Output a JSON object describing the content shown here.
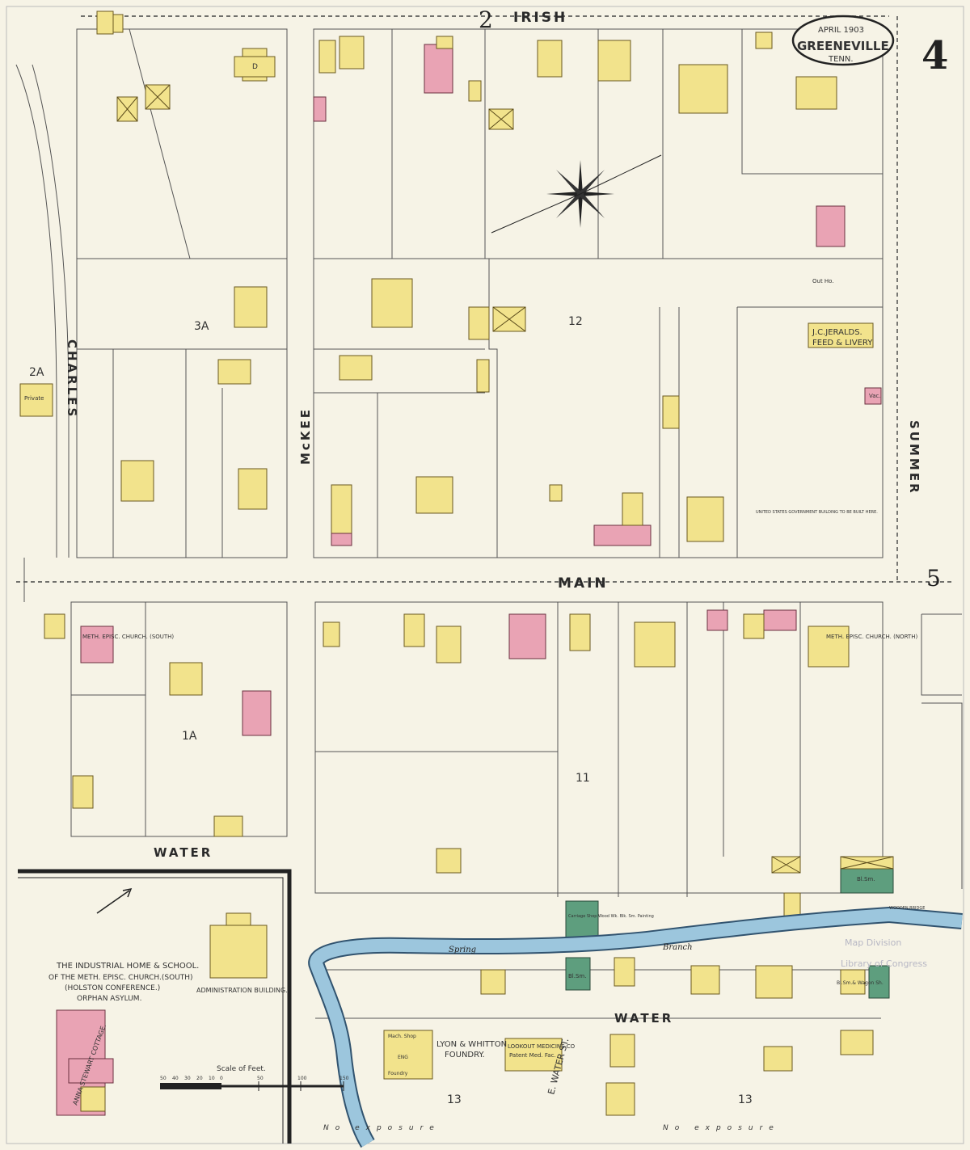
{
  "map": {
    "date": "APRIL 1903",
    "city": "GREENEVILLE",
    "state": "TENN.",
    "sheet_number": "4",
    "adjoining_sheets": {
      "top": "2",
      "right": "5"
    }
  },
  "streets": {
    "irish": "IRISH",
    "main": "MAIN",
    "water": "WATER",
    "charles": "CHARLES",
    "mckee": "McKEE",
    "summer": "SUMMER",
    "e_water": "E. WATER ST."
  },
  "blocks": {
    "b3a": "3A",
    "b2a": "2A",
    "b12": "12",
    "b1a": "1A",
    "b11": "11",
    "b13a": "13",
    "b13b": "13"
  },
  "labels": {
    "jerralds": "J.C.JERALDS.",
    "feed_livery": "FEED & LIVERY",
    "us_gov": "UNITED STATES GOVERNMENT BUILDING TO BE BUILT HERE.",
    "meth_south": "METH. EPISC. CHURCH. (SOUTH)",
    "meth_north": "METH. EPISC. CHURCH. (NORTH)",
    "industrial_home": "THE INDUSTRIAL HOME & SCHOOL.",
    "of_meth": "OF THE METH. EPISC. CHURCH.(SOUTH)",
    "holston": "(HOLSTON CONFERENCE.)",
    "orphan": "ORPHAN ASYLUM.",
    "admin": "ADMINISTRATION BUILDING.",
    "anna": "ANNA STEWART COTTAGE.",
    "lyon": "LYON & WHITTON",
    "foundry": "FOUNDRY.",
    "lookout": "LOOKOUT MEDICINE CO",
    "patent": "Patent Med. Fac.",
    "spring": "Spring",
    "branch": "Branch",
    "carriage": "Carriage Shop Wood Wk. Blk. Sm. Painting",
    "blsm": "Bl.Sm.",
    "wagon": "Bl.Sm.& Wagon Sh.",
    "wooden_bridge": "WOODEN BRIDGE",
    "private": "Private",
    "scale": "Scale of Feet.",
    "scale_ticks": [
      "50",
      "40",
      "30",
      "20",
      "10",
      "0",
      "50",
      "100",
      "150"
    ],
    "no_exposure": "No exposure",
    "map_division": "Map Division",
    "loc": "Library of Congress",
    "mach_shop": "Mach. Shop",
    "eng": "ENG",
    "foundry_small": "Foundry",
    "vac": "Vac.",
    "out_ho": "Out Ho.",
    "d": "D"
  },
  "colors": {
    "dwelling": "#f2e38c",
    "brick": "#e9a3b4",
    "stone": "#5e9e7e",
    "river": "#9cc6dd",
    "paper": "#f6f3e6"
  }
}
